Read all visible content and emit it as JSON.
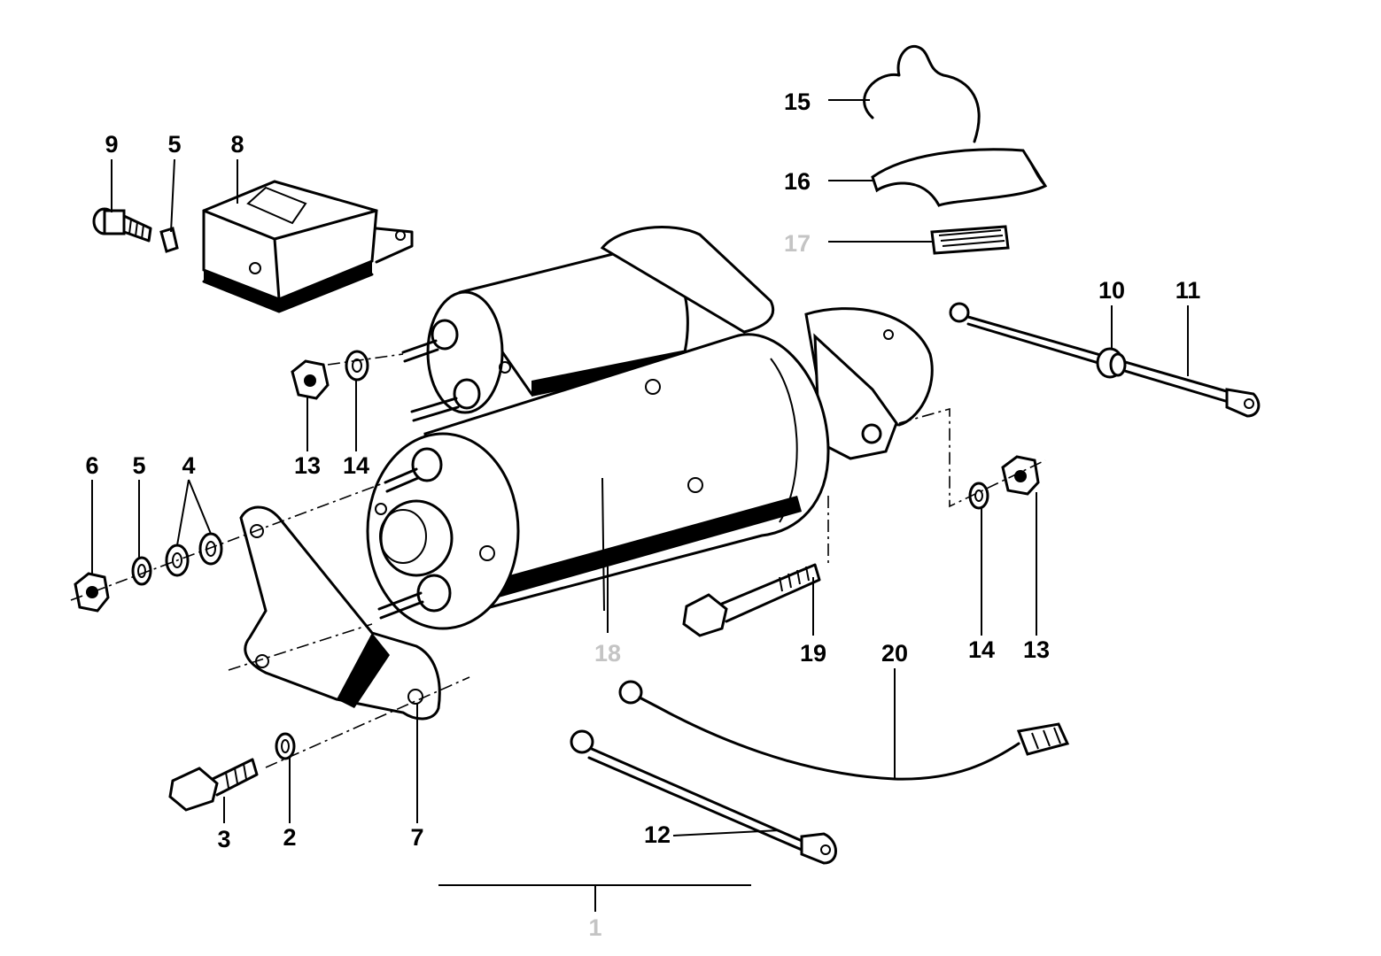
{
  "diagram": {
    "callouts": [
      {
        "id": "c1",
        "text": "1",
        "faded": true
      },
      {
        "id": "c2",
        "text": "2"
      },
      {
        "id": "c3",
        "text": "3"
      },
      {
        "id": "c4",
        "text": "4"
      },
      {
        "id": "c5a",
        "text": "5"
      },
      {
        "id": "c5b",
        "text": "5"
      },
      {
        "id": "c6",
        "text": "6"
      },
      {
        "id": "c7",
        "text": "7"
      },
      {
        "id": "c8",
        "text": "8"
      },
      {
        "id": "c9",
        "text": "9"
      },
      {
        "id": "c10",
        "text": "10"
      },
      {
        "id": "c11",
        "text": "11"
      },
      {
        "id": "c12",
        "text": "12"
      },
      {
        "id": "c13a",
        "text": "13"
      },
      {
        "id": "c13b",
        "text": "13"
      },
      {
        "id": "c14a",
        "text": "14"
      },
      {
        "id": "c14b",
        "text": "14"
      },
      {
        "id": "c15",
        "text": "15"
      },
      {
        "id": "c16",
        "text": "16"
      },
      {
        "id": "c17",
        "text": "17",
        "faded": true
      },
      {
        "id": "c18",
        "text": "18",
        "faded": true
      },
      {
        "id": "c19",
        "text": "19"
      },
      {
        "id": "c20",
        "text": "20"
      }
    ]
  }
}
